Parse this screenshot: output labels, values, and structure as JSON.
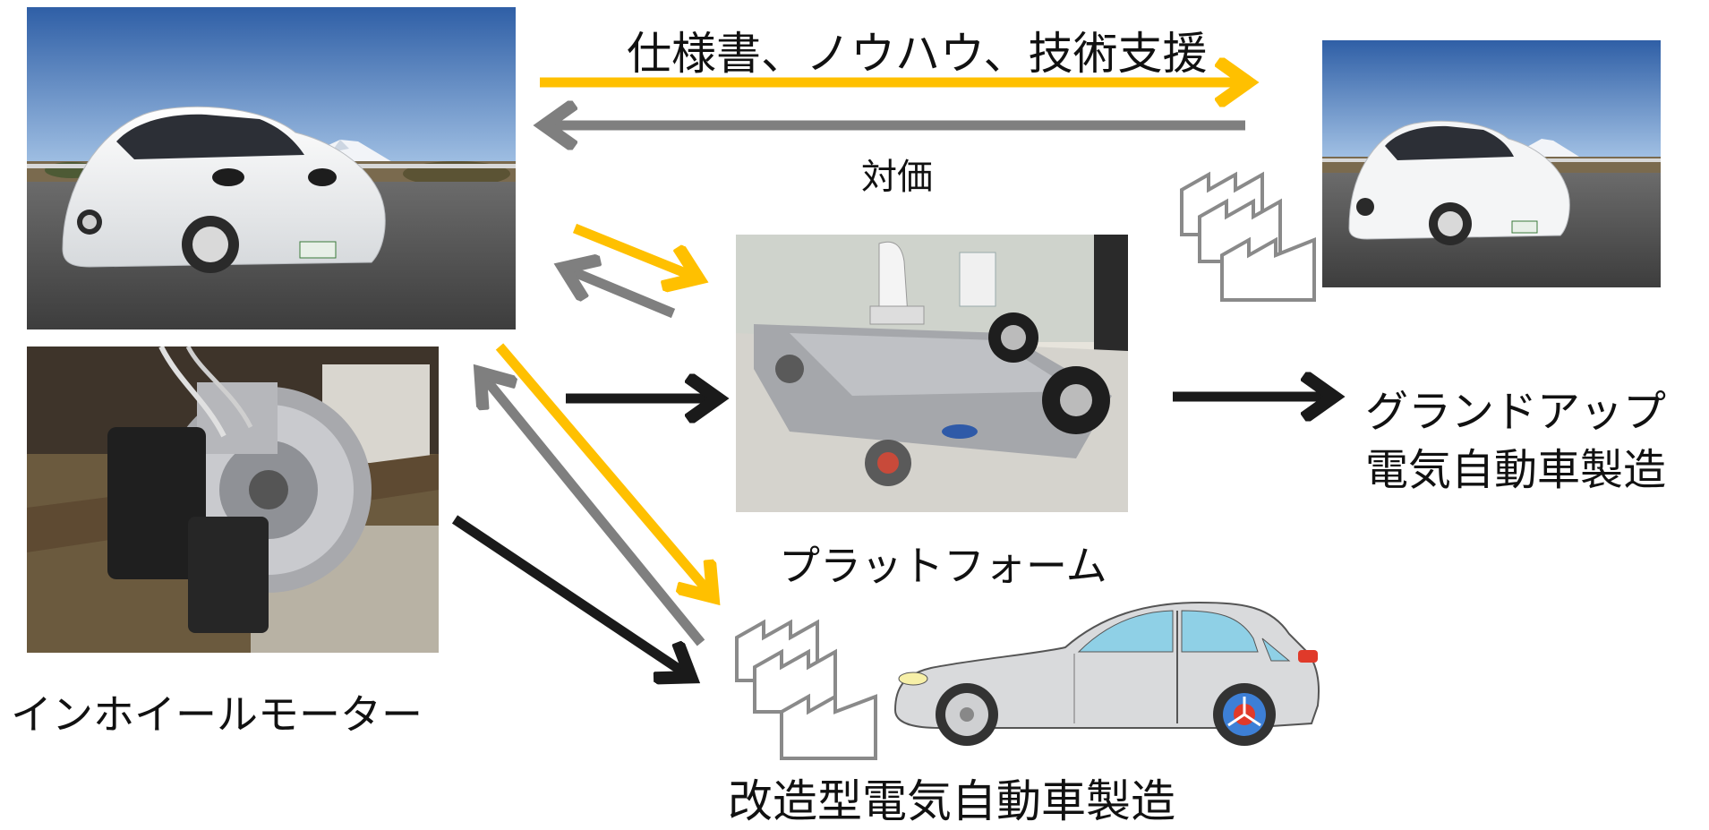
{
  "labels": {
    "top_flow": "仕様書、ノウハウ、技術支援",
    "payment": "対価",
    "platform": "プラットフォーム",
    "group_manufacturing_line1": "グランドアップ",
    "group_manufacturing_line2": "電気自動車製造",
    "in_wheel_motor": "インホイールモーター",
    "conversion_ev": "改造型電気自動車製造"
  },
  "colors": {
    "yellow_arrow": "#FFC000",
    "gray_arrow": "#7F7F7F",
    "black_arrow": "#1A1A1A"
  },
  "icons": [
    "factory-icon",
    "factory-icon"
  ]
}
